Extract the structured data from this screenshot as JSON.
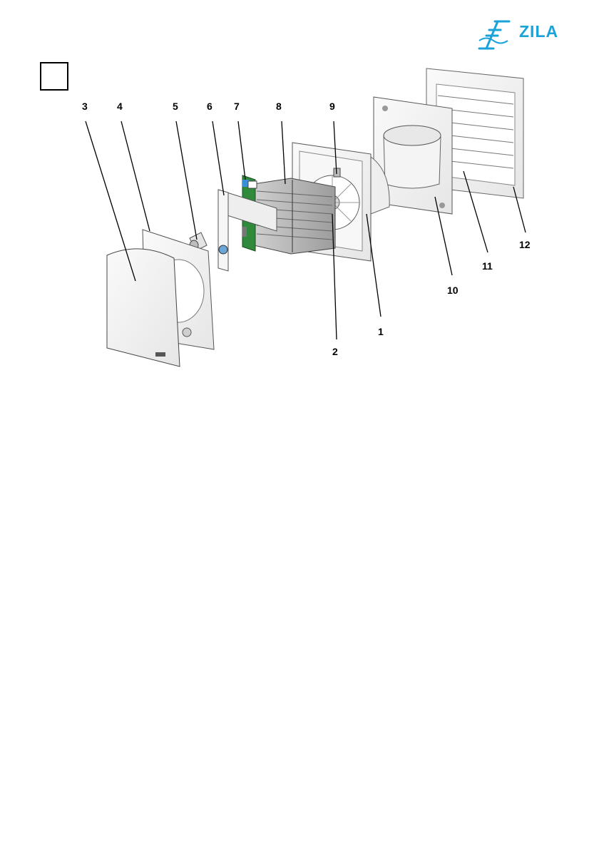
{
  "brand": {
    "name": "ZILA",
    "color": "#1aa3d8",
    "icon": "zila-logo-icon"
  },
  "figure_box": {
    "label": ""
  },
  "callouts": [
    "1",
    "2",
    "3",
    "4",
    "5",
    "6",
    "7",
    "8",
    "9",
    "10",
    "11",
    "12"
  ]
}
